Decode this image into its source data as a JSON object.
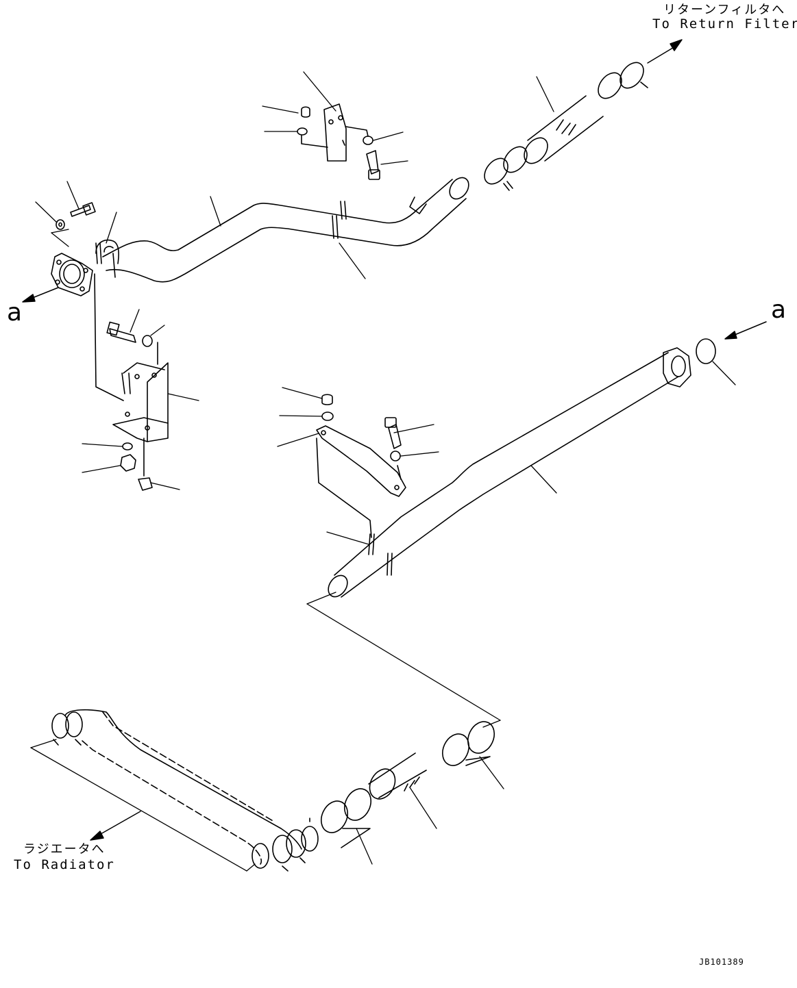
{
  "labels": {
    "return_filter_jp": "リターンフィルタへ",
    "return_filter_en": "To Return Filter",
    "radiator_jp": "ラジエータへ",
    "radiator_en": "To Radiator",
    "ref_a_left": "a",
    "ref_a_right": "a",
    "drawing_code": "JB101389"
  }
}
